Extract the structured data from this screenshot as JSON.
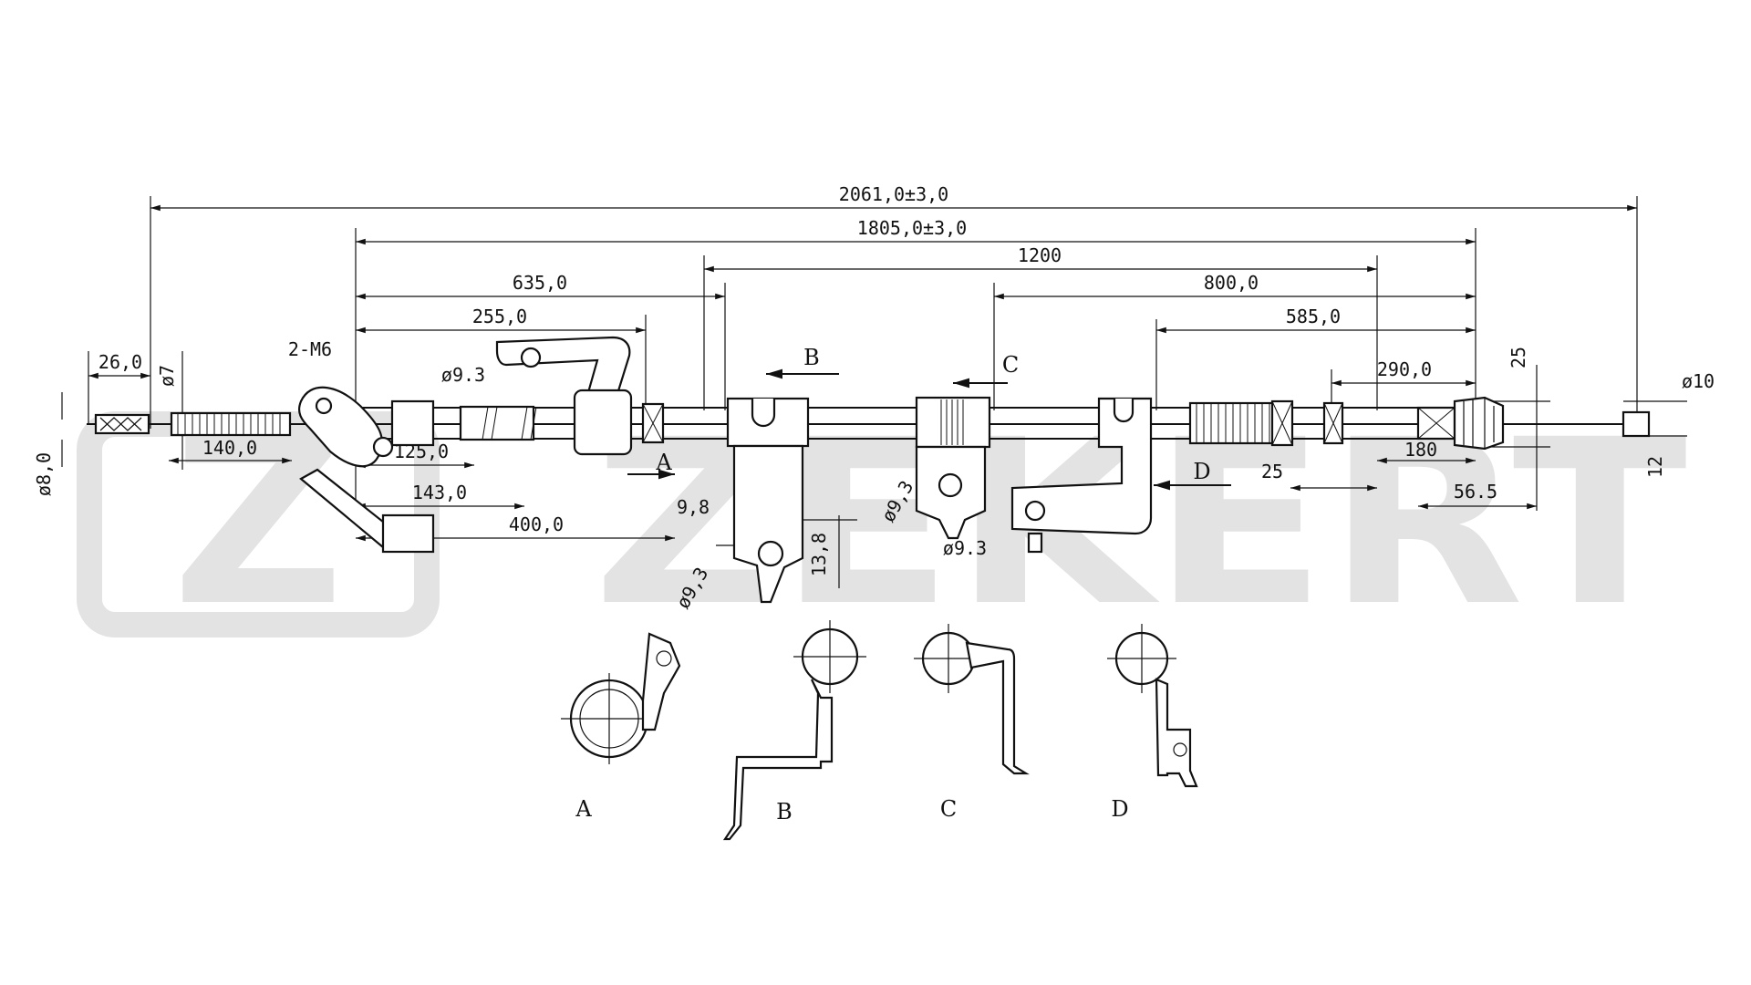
{
  "watermark": {
    "text": "ZEKERT",
    "logo_letter": "Z"
  },
  "dimensions": {
    "overall_length": "2061,0±3,0",
    "sheath_length": "1805,0±3,0",
    "d1200": "1200",
    "d800": "800,0",
    "d635": "635,0",
    "d585": "585,0",
    "d255": "255,0",
    "d290": "290,0",
    "d26": "26,0",
    "d7": "ø7",
    "d8": "ø8,0",
    "d140": "140,0",
    "m6": "2-M6",
    "hole_a": "ø9.3",
    "d125": "125,0",
    "d143": "143,0",
    "d400": "400,0",
    "d98": "9,8",
    "d138": "13,8",
    "hole_b": "ø9,3",
    "hole_c": "ø9,3",
    "hole_d": "ø9.3",
    "d25_top": "25",
    "d10": "ø10",
    "d12": "12",
    "d180": "180",
    "d25_mid": "25",
    "d565": "56.5"
  },
  "section_markers": {
    "a": "A",
    "b": "B",
    "c": "C",
    "d": "D"
  },
  "views": {
    "a": "A",
    "b": "B",
    "c": "C",
    "d": "D"
  }
}
